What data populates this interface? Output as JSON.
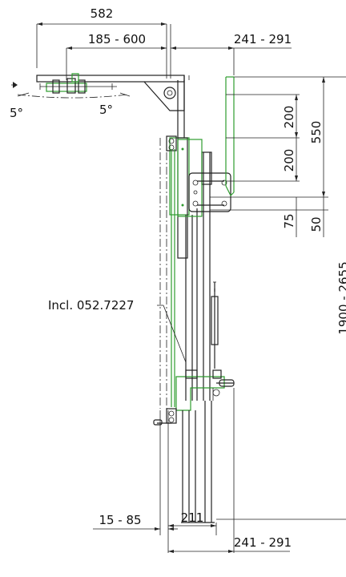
{
  "drawing": {
    "dim_top_width": "582",
    "dim_arm_range": "185 - 600",
    "dim_top_right": "241 - 291",
    "angle_left": "5°",
    "angle_right": "5°",
    "dim_200_upper": "200",
    "dim_200_lower": "200",
    "dim_550": "550",
    "dim_75": "75",
    "dim_50": "50",
    "dim_height_range": "1900 - 2655",
    "incl_label": "Incl. 052.7227",
    "dim_15_85": "15 - 85",
    "dim_211": "211",
    "dim_bottom_right": "241 - 291"
  },
  "colors": {
    "line": "#222222",
    "accent": "#2e9c2e"
  }
}
